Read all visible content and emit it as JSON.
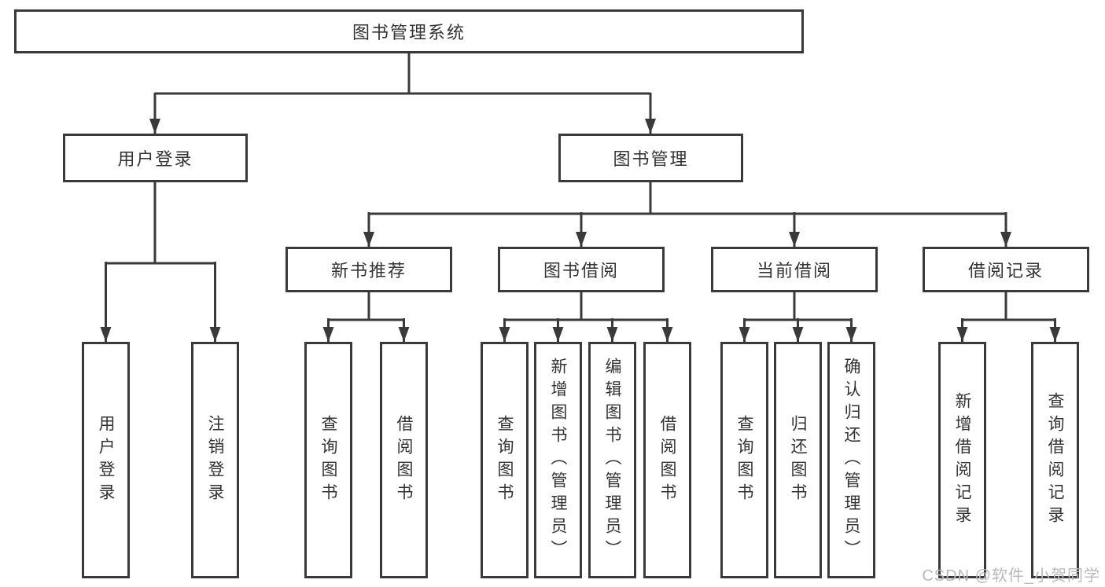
{
  "root": {
    "label": "图书管理系统"
  },
  "level2": [
    {
      "label": "用户登录"
    },
    {
      "label": "图书管理"
    }
  ],
  "level3": [
    {
      "label": "新书推荐"
    },
    {
      "label": "图书借阅"
    },
    {
      "label": "当前借阅"
    },
    {
      "label": "借阅记录"
    }
  ],
  "leaves": {
    "user": [
      {
        "label": "用户登录"
      },
      {
        "label": "注销登录"
      }
    ],
    "recommend": [
      {
        "label": "查询图书"
      },
      {
        "label": "借阅图书"
      }
    ],
    "borrow": [
      {
        "label": "查询图书"
      },
      {
        "label": "新增图书（管理员）"
      },
      {
        "label": "编辑图书（管理员）"
      },
      {
        "label": "借阅图书"
      }
    ],
    "current": [
      {
        "label": "查询图书"
      },
      {
        "label": "归还图书"
      },
      {
        "label": "确认归还（管理员）"
      }
    ],
    "records": [
      {
        "label": "新增借阅记录"
      },
      {
        "label": "查询借阅记录"
      }
    ]
  },
  "watermark": {
    "text": "CSDN @软件_小贺同学"
  },
  "colors": {
    "line": "#3a3a3a",
    "box_border": "#3a3a3a",
    "box_background": "#ffffff",
    "text": "#333333",
    "watermark": "#b9b9b9",
    "background": "#ffffff"
  }
}
